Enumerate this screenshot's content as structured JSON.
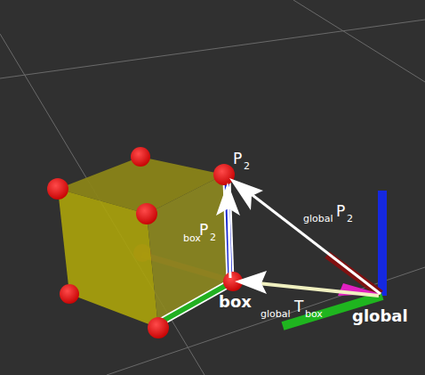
{
  "diagram": {
    "labels": [
      "P",
      "2",
      "box",
      "P",
      "2",
      "global",
      "P",
      "2",
      "global",
      "T",
      "box",
      "box",
      "global"
    ]
  }
}
